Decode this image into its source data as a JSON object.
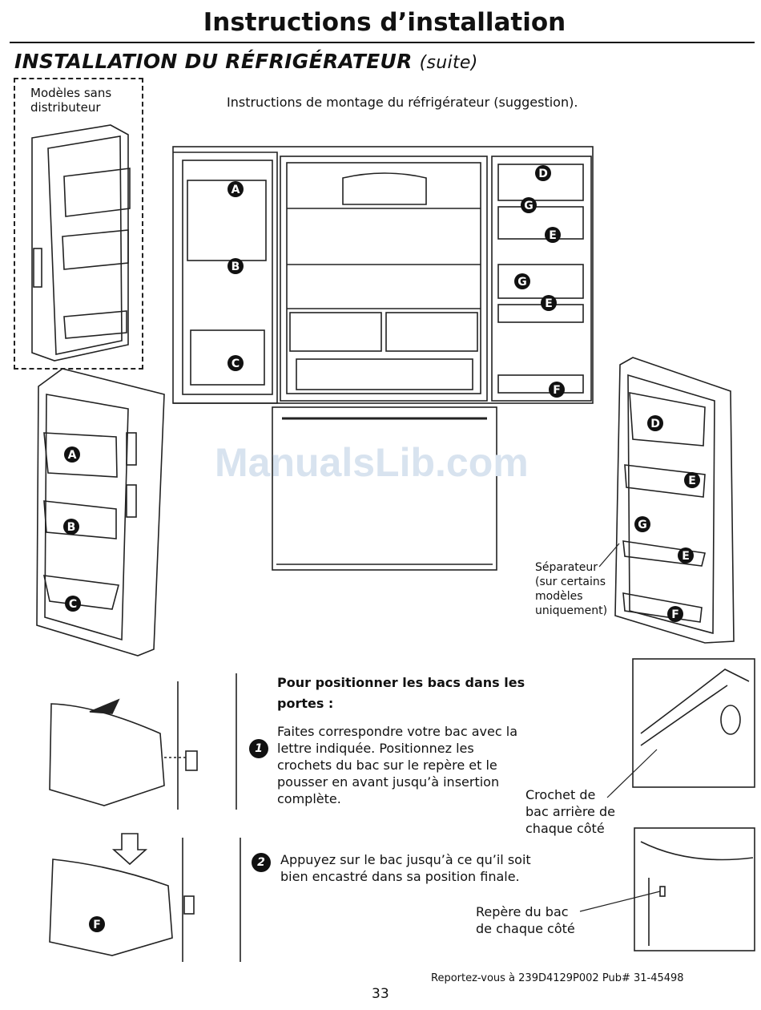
{
  "header": {
    "title": "Instructions d’installation"
  },
  "section": {
    "title": "INSTALLATION DU RÉFRIGÉRATEUR",
    "suffix": "(suite)"
  },
  "models_label": {
    "line1": "Modèles sans",
    "line2": "distributeur"
  },
  "diagram_caption": "Instructions de montage du réfrigérateur (suggestion).",
  "watermark": "ManualsLib.com",
  "bin_letters": [
    "A",
    "B",
    "C",
    "D",
    "E",
    "F",
    "G"
  ],
  "separator_note": {
    "line1": "Séparateur",
    "line2": "(sur certains",
    "line3": "modèles",
    "line4": "uniquement)"
  },
  "positioning": {
    "heading_line1": "Pour positionner les bacs dans les",
    "heading_line2": "portes :",
    "step1_number": "1",
    "step1_text": "Faites correspondre votre bac avec la lettre indiquée. Positionnez les crochets du bac sur le repère et le pousser en avant jusqu’à insertion complète.",
    "step2_number": "2",
    "step2_text": "Appuyez sur le bac jusqu’à ce qu’il soit bien encastré dans sa position finale."
  },
  "callouts": {
    "hook_line1": "Crochet de",
    "hook_line2": "bac arrière de",
    "hook_line3": "chaque côté",
    "mark_line1": "Repère du bac",
    "mark_line2": "de chaque côté"
  },
  "footer": {
    "reference": "Reportez-vous à  239D4129P002  Pub# 31-45498",
    "page_number": "33"
  }
}
